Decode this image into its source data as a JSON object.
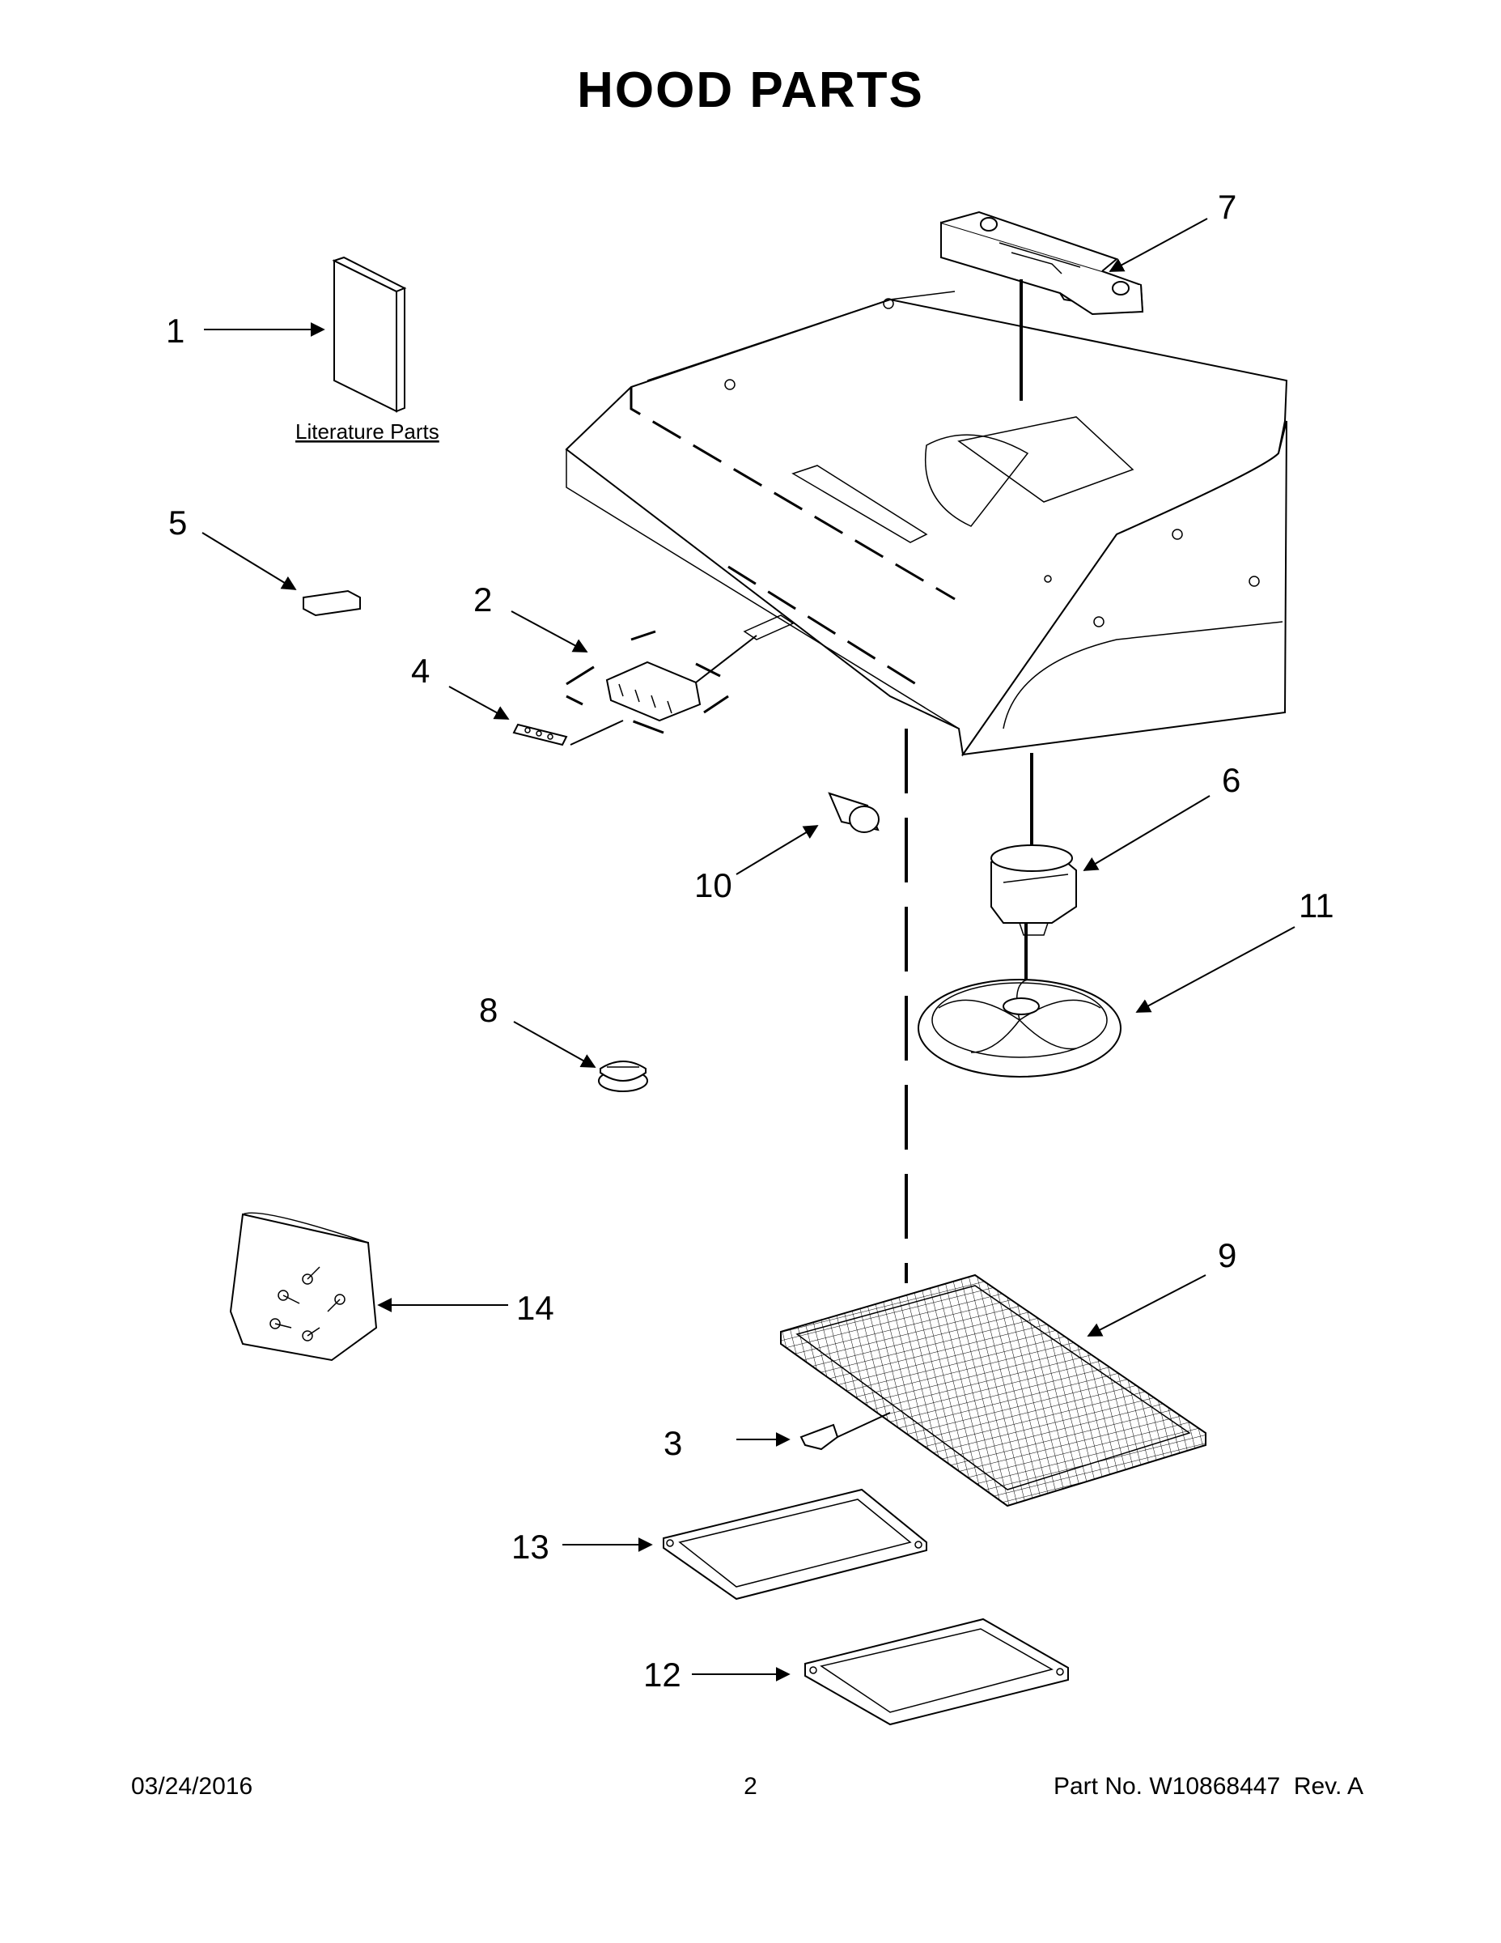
{
  "title": "HOOD PARTS",
  "callouts": {
    "c1": "1",
    "c2": "2",
    "c3": "3",
    "c4": "4",
    "c5": "5",
    "c6": "6",
    "c7": "7",
    "c8": "8",
    "c9": "9",
    "c10": "10",
    "c11": "11",
    "c12": "12",
    "c13": "13",
    "c14": "14"
  },
  "literature_label": "Literature Parts",
  "footer": {
    "date": "03/24/2016",
    "page": "2",
    "part_label": "Part No.",
    "part_number": "W10868447",
    "rev_label": "Rev.",
    "rev": "A"
  }
}
